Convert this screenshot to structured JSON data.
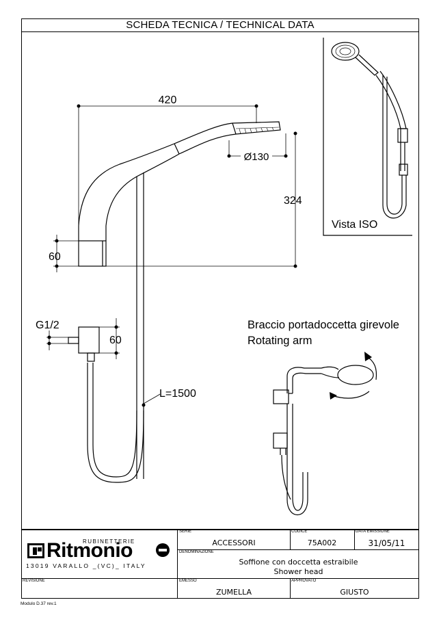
{
  "header": {
    "title": "SCHEDA TECNICA / TECHNICAL DATA"
  },
  "drawing": {
    "dim_width": "420",
    "dim_height": "324",
    "dim_diameter": "Ø130",
    "dim_base": "60",
    "dim_connector": "60",
    "thread": "G1/2",
    "hose_length": "L=1500",
    "iso_label": "Vista ISO",
    "rotating_it": "Braccio portadoccetta girevole",
    "rotating_en": "Rotating arm"
  },
  "titleblock": {
    "brand_small": "RUBINETTERIE",
    "brand": "Ritmonio",
    "address": "13019 VARALLO _(VC)_ ITALY",
    "serie_label": "SERIE",
    "serie_value": "ACCESSORI",
    "codice_label": "CODICE",
    "codice_value": "75A002",
    "data_label": "DATA EMISSIONE",
    "data_value": "31/05/11",
    "denominazione_label": "DENOMINAZIONE",
    "denominazione_it": "Soffione con doccetta estraibile",
    "denominazione_en": "Shower head",
    "revisione_label": "REVISIONE",
    "emesso_label": "EMESSO",
    "emesso_value": "ZUMELLA",
    "approvato_label": "APPROVATO",
    "approvato_value": "GIUSTO"
  },
  "footer": {
    "module": "Modulo D.37 rev.1"
  }
}
